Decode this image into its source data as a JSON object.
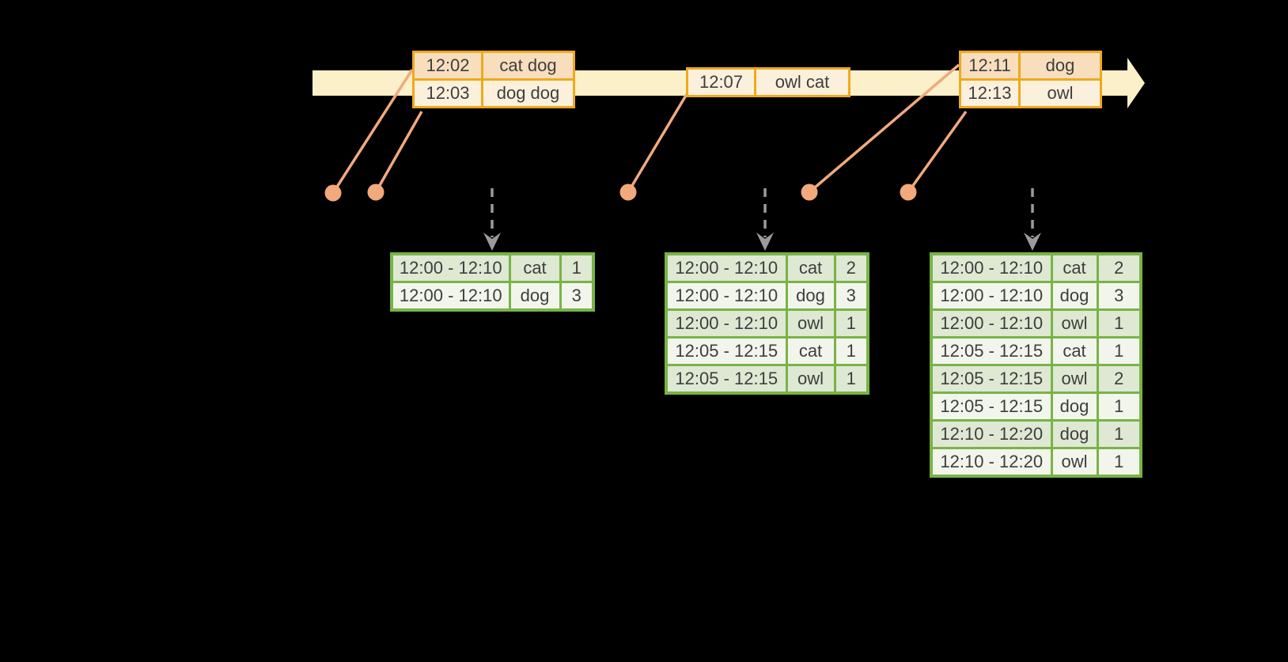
{
  "colors": {
    "background": "#000000",
    "timeline_band": "#fbf0c9",
    "event_table_border": "#eea91c",
    "event_row_dark": "#f8debd",
    "event_row_light": "#fbf0dc",
    "connector_salmon": "#f2a97c",
    "trigger_arrow_gray": "#9b9b9b",
    "result_table_border": "#78b446",
    "result_row_dark": "#dee8d3",
    "result_row_light": "#f2f5ec",
    "cell_text": "#3e3e3e"
  },
  "timeline": {
    "event_tables": [
      {
        "rows": [
          {
            "time": "12:02",
            "words": "cat dog"
          },
          {
            "time": "12:03",
            "words": "dog dog"
          }
        ]
      },
      {
        "rows": [
          {
            "time": "12:07",
            "words": "owl cat"
          }
        ]
      },
      {
        "rows": [
          {
            "time": "12:11",
            "words": "dog"
          },
          {
            "time": "12:13",
            "words": "owl"
          }
        ]
      }
    ]
  },
  "result_tables": [
    {
      "rows": [
        {
          "window": "12:00 - 12:10",
          "word": "cat",
          "count": "1"
        },
        {
          "window": "12:00 - 12:10",
          "word": "dog",
          "count": "3"
        }
      ]
    },
    {
      "rows": [
        {
          "window": "12:00 - 12:10",
          "word": "cat",
          "count": "2"
        },
        {
          "window": "12:00 - 12:10",
          "word": "dog",
          "count": "3"
        },
        {
          "window": "12:00 - 12:10",
          "word": "owl",
          "count": "1"
        },
        {
          "window": "12:05 - 12:15",
          "word": "cat",
          "count": "1"
        },
        {
          "window": "12:05 - 12:15",
          "word": "owl",
          "count": "1"
        }
      ]
    },
    {
      "rows": [
        {
          "window": "12:00 - 12:10",
          "word": "cat",
          "count": "2"
        },
        {
          "window": "12:00 - 12:10",
          "word": "dog",
          "count": "3"
        },
        {
          "window": "12:00 - 12:10",
          "word": "owl",
          "count": "1"
        },
        {
          "window": "12:05 - 12:15",
          "word": "cat",
          "count": "1"
        },
        {
          "window": "12:05 - 12:15",
          "word": "owl",
          "count": "2"
        },
        {
          "window": "12:05 - 12:15",
          "word": "dog",
          "count": "1"
        },
        {
          "window": "12:10 - 12:20",
          "word": "dog",
          "count": "1"
        },
        {
          "window": "12:10 - 12:20",
          "word": "owl",
          "count": "1"
        }
      ]
    }
  ]
}
